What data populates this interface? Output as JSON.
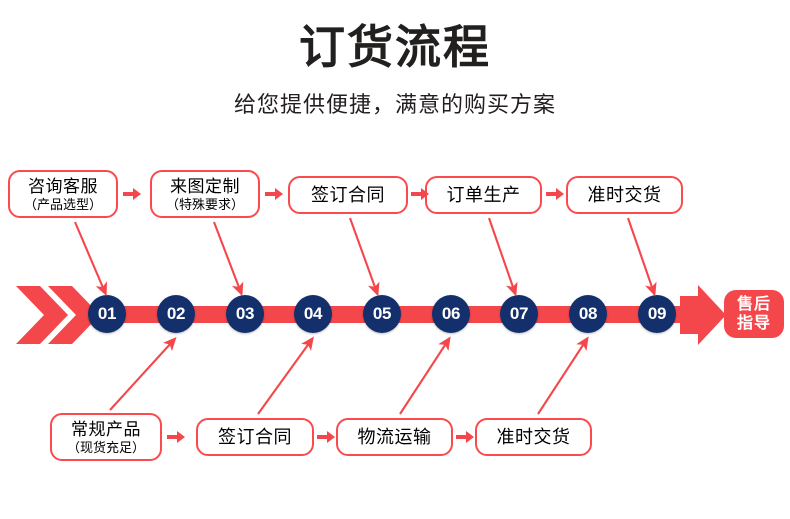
{
  "header": {
    "title": "订货流程",
    "subtitle": "给您提供便捷，满意的购买方案"
  },
  "colors": {
    "red": "#f4474b",
    "box_border": "#fa4a4d",
    "circle_navy": "#14306c",
    "text": "#231f20",
    "background": "#ffffff"
  },
  "top_row": [
    {
      "line1": "咨询客服",
      "line2": "（产品选型）"
    },
    {
      "line1": "来图定制",
      "line2": "（特殊要求）"
    },
    {
      "line1": "签订合同",
      "line2": ""
    },
    {
      "line1": "订单生产",
      "line2": ""
    },
    {
      "line1": "准时交货",
      "line2": ""
    }
  ],
  "bottom_row": [
    {
      "line1": "常规产品",
      "line2": "（现货充足）"
    },
    {
      "line1": "签订合同",
      "line2": ""
    },
    {
      "line1": "物流运输",
      "line2": ""
    },
    {
      "line1": "准时交货",
      "line2": ""
    }
  ],
  "timeline": {
    "steps": [
      "01",
      "02",
      "03",
      "04",
      "05",
      "06",
      "07",
      "08",
      "09"
    ],
    "end_badge": {
      "line1": "售后",
      "line2": "指导"
    }
  }
}
